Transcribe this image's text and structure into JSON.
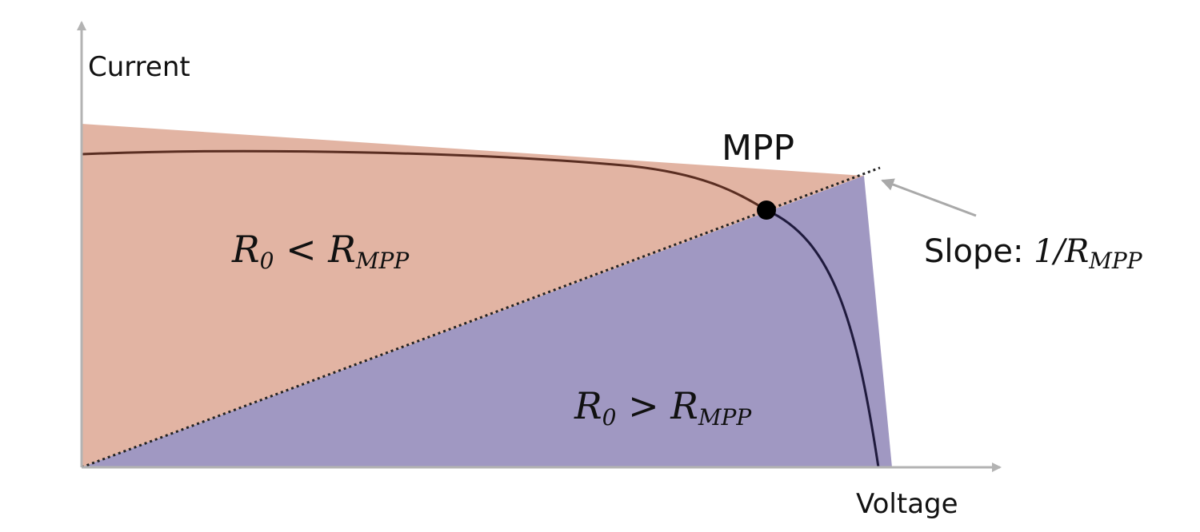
{
  "axes": {
    "y_label": "Current",
    "x_label": "Voltage"
  },
  "labels": {
    "mpp": "MPP",
    "slope_prefix": "Slope: ",
    "slope_expr": "1/R",
    "slope_sub": "MPP",
    "region_low_main": "R",
    "region_low_sub0": "0",
    "region_low_op": " < R",
    "region_low_sub": "MPP",
    "region_high_main": "R",
    "region_high_sub0": "0",
    "region_high_op": " > R",
    "region_high_sub": "MPP"
  },
  "colors": {
    "region_low": "#e2b4a3",
    "region_high": "#a098c2",
    "curve_upper": "#5a2e22",
    "curve_lower": "#1f1a3d",
    "axis": "#b3b3b3",
    "point": "#000000"
  }
}
